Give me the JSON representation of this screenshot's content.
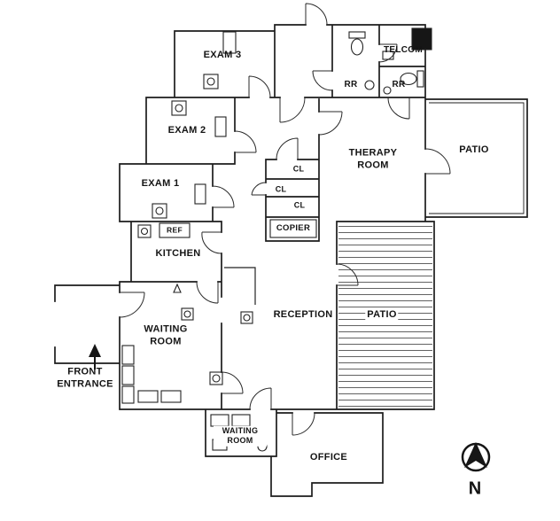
{
  "drawing": {
    "ink": "#1c1c1c",
    "background": "#ffffff",
    "type": "clinic floor plan"
  },
  "rooms": {
    "exam3": "EXAM 3",
    "exam2": "EXAM 2",
    "exam1": "EXAM 1",
    "kitchen": "KITCHEN",
    "waiting_main": "WAITING ROOM",
    "waiting_small": "WAITING ROOM",
    "reception": "RECEPTION",
    "therapy": "THERAPY ROOM",
    "office": "OFFICE",
    "telcom": "TELCOM",
    "rr_left": "RR",
    "rr_right": "RR",
    "patio_upper": "PATIO",
    "patio_lower": "PATIO",
    "closet_1": "CL",
    "closet_2": "CL",
    "closet_3": "CL",
    "copier": "COPIER",
    "fridge": "REF"
  },
  "annotations": {
    "front_entrance": "FRONT ENTRANCE",
    "north": "N"
  }
}
